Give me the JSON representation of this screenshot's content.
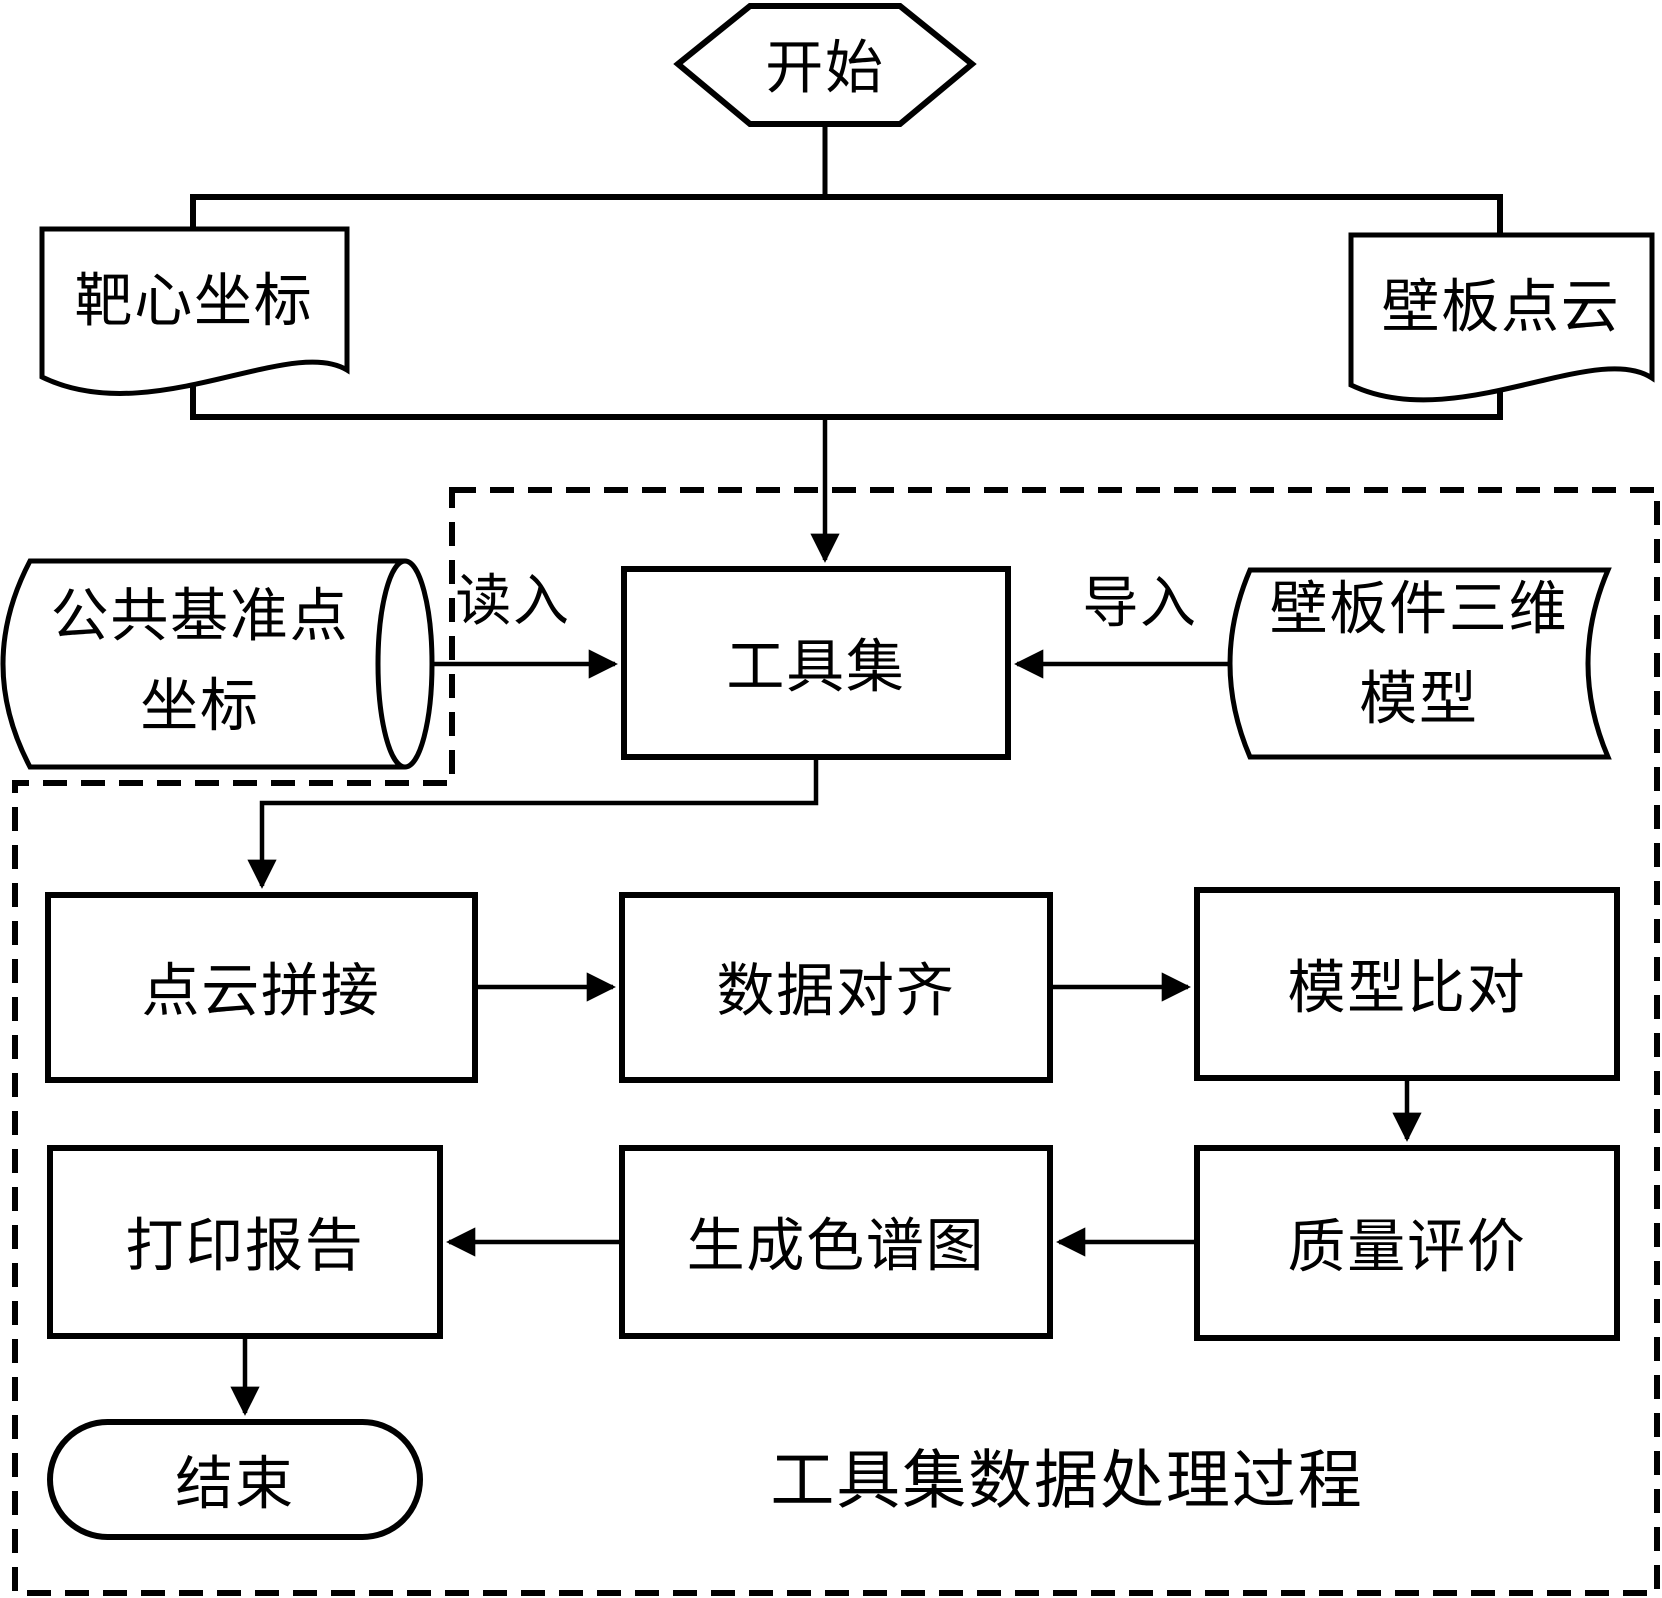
{
  "diagram": {
    "background": "#ffffff",
    "stroke_color": "#000000",
    "nodes": {
      "start": "开始",
      "target_coords": "靶心坐标",
      "panel_pointcloud": "壁板点云",
      "datum_points_line1": "公共基准点",
      "datum_points_line2": "坐标",
      "toolset": "工具集",
      "panel_model_line1": "壁板件三维",
      "panel_model_line2": "模型",
      "pointcloud_stitching": "点云拼接",
      "data_alignment": "数据对齐",
      "model_comparison": "模型比对",
      "print_report": "打印报告",
      "generate_colormap": "生成色谱图",
      "quality_evaluation": "质量评价",
      "end": "结束"
    },
    "edge_labels": {
      "read_in": "读入",
      "import_in": "导入"
    },
    "caption": "工具集数据处理过程"
  }
}
